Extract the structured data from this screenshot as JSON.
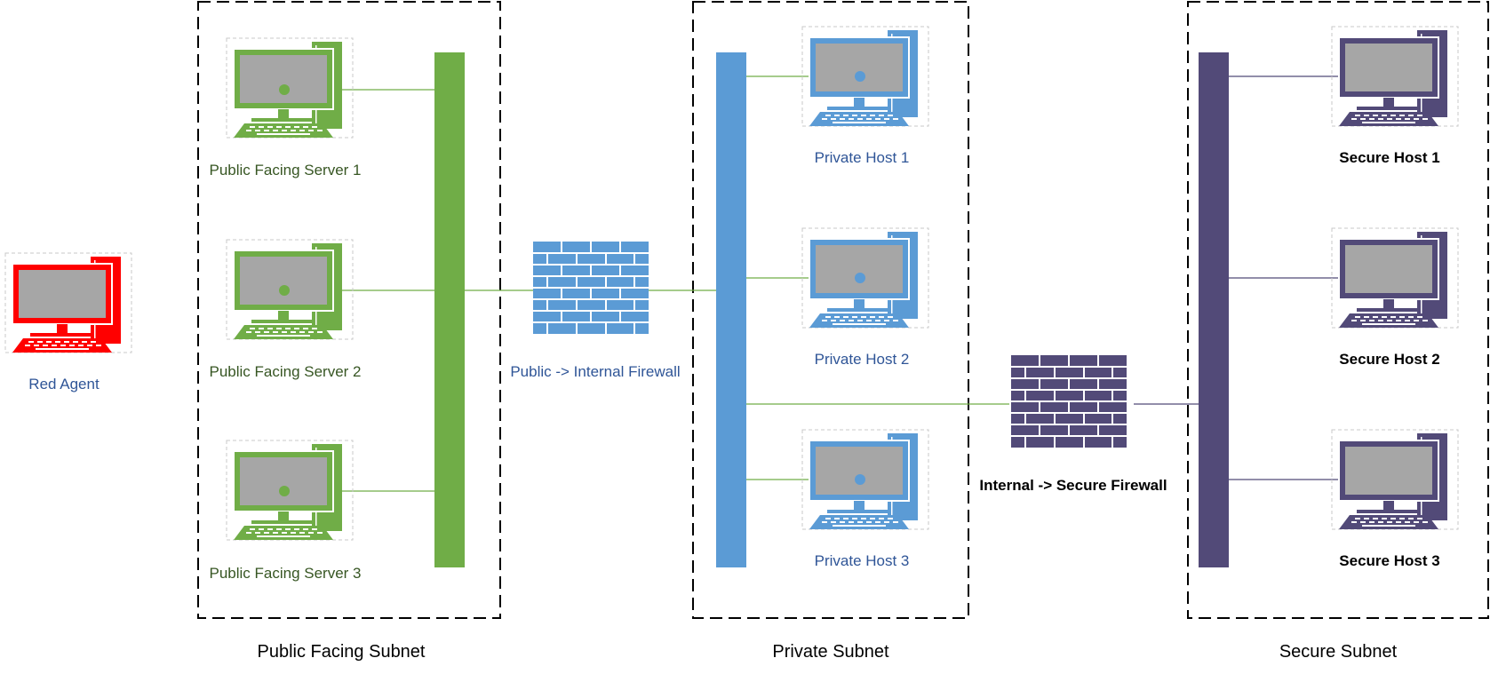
{
  "colors": {
    "red": "#ff0000",
    "green": "#70ad47",
    "blue": "#5b9bd5",
    "purple": "#524a78",
    "screen": "#a6a6a6",
    "label_dark": "#1f3864",
    "label_blue": "#2f5597",
    "label_green": "#375623"
  },
  "red_agent": {
    "label": "Red Agent",
    "icon": "computer-icon"
  },
  "subnets": {
    "public": {
      "label": "Public Facing Subnet",
      "hosts": [
        "Public Facing Server 1",
        "Public Facing Server 2",
        "Public Facing Server 3"
      ]
    },
    "private": {
      "label": "Private Subnet",
      "hosts": [
        "Private Host 1",
        "Private Host 2",
        "Private Host 3"
      ]
    },
    "secure": {
      "label": "Secure Subnet",
      "hosts": [
        "Secure Host 1",
        "Secure Host 2",
        "Secure Host 3"
      ]
    }
  },
  "firewalls": {
    "public_internal": {
      "label": "Public -> Internal Firewall",
      "icon": "brick-wall-icon"
    },
    "internal_secure": {
      "label": "Internal -> Secure Firewall",
      "icon": "brick-wall-icon"
    }
  }
}
